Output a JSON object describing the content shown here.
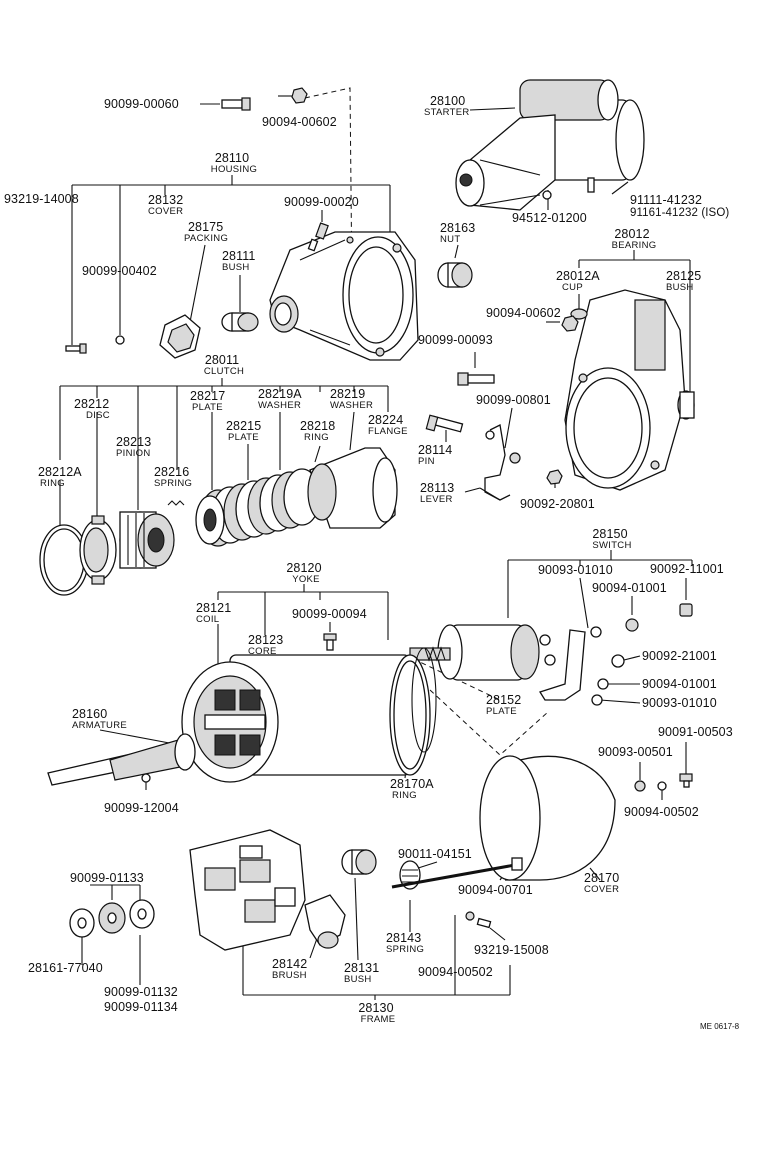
{
  "parts": [
    {
      "id": "p_bolt_60",
      "number": "90099-00060",
      "name": ""
    },
    {
      "id": "p_nut_602a",
      "number": "90094-00602",
      "name": ""
    },
    {
      "id": "p_starter",
      "number": "28100",
      "name": "STARTER"
    },
    {
      "id": "p_housing",
      "number": "28110",
      "name": "HOUSING"
    },
    {
      "id": "p_93219_14008",
      "number": "93219-14008",
      "name": ""
    },
    {
      "id": "p_cover_28132",
      "number": "28132",
      "name": "COVER"
    },
    {
      "id": "p_packing",
      "number": "28175",
      "name": "PACKING"
    },
    {
      "id": "p_bush_28111",
      "number": "28111",
      "name": "BUSH"
    },
    {
      "id": "p_90099_00020",
      "number": "90099-00020",
      "name": ""
    },
    {
      "id": "p_90099_00402",
      "number": "90099-00402",
      "name": ""
    },
    {
      "id": "p_94512",
      "number": "94512-01200",
      "name": ""
    },
    {
      "id": "p_91111",
      "number": "91111-41232",
      "name": ""
    },
    {
      "id": "p_91161",
      "number": "91161-41232 (ISO)",
      "name": ""
    },
    {
      "id": "p_nut_28163",
      "number": "28163",
      "name": "NUT"
    },
    {
      "id": "p_bearing",
      "number": "28012",
      "name": "BEARING"
    },
    {
      "id": "p_cup",
      "number": "28012A",
      "name": "CUP"
    },
    {
      "id": "p_bush_28125",
      "number": "28125",
      "name": "BUSH"
    },
    {
      "id": "p_nut_602b",
      "number": "90094-00602",
      "name": ""
    },
    {
      "id": "p_90099_00093",
      "number": "90099-00093",
      "name": ""
    },
    {
      "id": "p_90099_00801",
      "number": "90099-00801",
      "name": ""
    },
    {
      "id": "p_pin",
      "number": "28114",
      "name": "PIN"
    },
    {
      "id": "p_lever",
      "number": "28113",
      "name": "LEVER"
    },
    {
      "id": "p_90092_20801",
      "number": "90092-20801",
      "name": ""
    },
    {
      "id": "p_clutch",
      "number": "28011",
      "name": "CLUTCH"
    },
    {
      "id": "p_disc",
      "number": "28212",
      "name": "DISC"
    },
    {
      "id": "p_plate_28217",
      "number": "28217",
      "name": "PLATE"
    },
    {
      "id": "p_washer_28219a",
      "number": "28219A",
      "name": "WASHER"
    },
    {
      "id": "p_washer_28219",
      "number": "28219",
      "name": "WASHER"
    },
    {
      "id": "p_flange",
      "number": "28224",
      "name": "FLANGE"
    },
    {
      "id": "p_pinion",
      "number": "28213",
      "name": "PINION"
    },
    {
      "id": "p_plate_28215",
      "number": "28215",
      "name": "PLATE"
    },
    {
      "id": "p_ring_28218",
      "number": "28218",
      "name": "RING"
    },
    {
      "id": "p_ring_28212a",
      "number": "28212A",
      "name": "RING"
    },
    {
      "id": "p_spring_28216",
      "number": "28216",
      "name": "SPRING"
    },
    {
      "id": "p_switch",
      "number": "28150",
      "name": "SWITCH"
    },
    {
      "id": "p_90093_01010a",
      "number": "90093-01010",
      "name": ""
    },
    {
      "id": "p_90092_11001",
      "number": "90092-11001",
      "name": ""
    },
    {
      "id": "p_90094_01001a",
      "number": "90094-01001",
      "name": ""
    },
    {
      "id": "p_90092_21001",
      "number": "90092-21001",
      "name": ""
    },
    {
      "id": "p_90094_01001b",
      "number": "90094-01001",
      "name": ""
    },
    {
      "id": "p_90093_01010b",
      "number": "90093-01010",
      "name": ""
    },
    {
      "id": "p_plate_28152",
      "number": "28152",
      "name": "PLATE"
    },
    {
      "id": "p_yoke",
      "number": "28120",
      "name": "YOKE"
    },
    {
      "id": "p_coil",
      "number": "28121",
      "name": "COIL"
    },
    {
      "id": "p_90099_00094",
      "number": "90099-00094",
      "name": ""
    },
    {
      "id": "p_core",
      "number": "28123",
      "name": "CORE"
    },
    {
      "id": "p_armature",
      "number": "28160",
      "name": "ARMATURE"
    },
    {
      "id": "p_90099_12004",
      "number": "90099-12004",
      "name": ""
    },
    {
      "id": "p_ring_28170a",
      "number": "28170A",
      "name": "RING"
    },
    {
      "id": "p_90091_00503",
      "number": "90091-00503",
      "name": ""
    },
    {
      "id": "p_90093_00501",
      "number": "90093-00501",
      "name": ""
    },
    {
      "id": "p_90094_00502a",
      "number": "90094-00502",
      "name": ""
    },
    {
      "id": "p_90011_04151",
      "number": "90011-04151",
      "name": ""
    },
    {
      "id": "p_90094_00701",
      "number": "90094-00701",
      "name": ""
    },
    {
      "id": "p_cover_28170",
      "number": "28170",
      "name": "COVER"
    },
    {
      "id": "p_90099_01133",
      "number": "90099-01133",
      "name": ""
    },
    {
      "id": "p_28161",
      "number": "28161-77040",
      "name": ""
    },
    {
      "id": "p_90099_01132",
      "number": "90099-01132",
      "name": ""
    },
    {
      "id": "p_90099_01134",
      "number": "90099-01134",
      "name": ""
    },
    {
      "id": "p_brush",
      "number": "28142",
      "name": "BRUSH"
    },
    {
      "id": "p_bush_28131",
      "number": "28131",
      "name": "BUSH"
    },
    {
      "id": "p_spring_28143",
      "number": "28143",
      "name": "SPRING"
    },
    {
      "id": "p_90094_00502b",
      "number": "90094-00502",
      "name": ""
    },
    {
      "id": "p_93219_15008",
      "number": "93219-15008",
      "name": ""
    },
    {
      "id": "p_frame",
      "number": "28130",
      "name": "FRAME"
    }
  ],
  "diagram_code": "ME 0617-8"
}
